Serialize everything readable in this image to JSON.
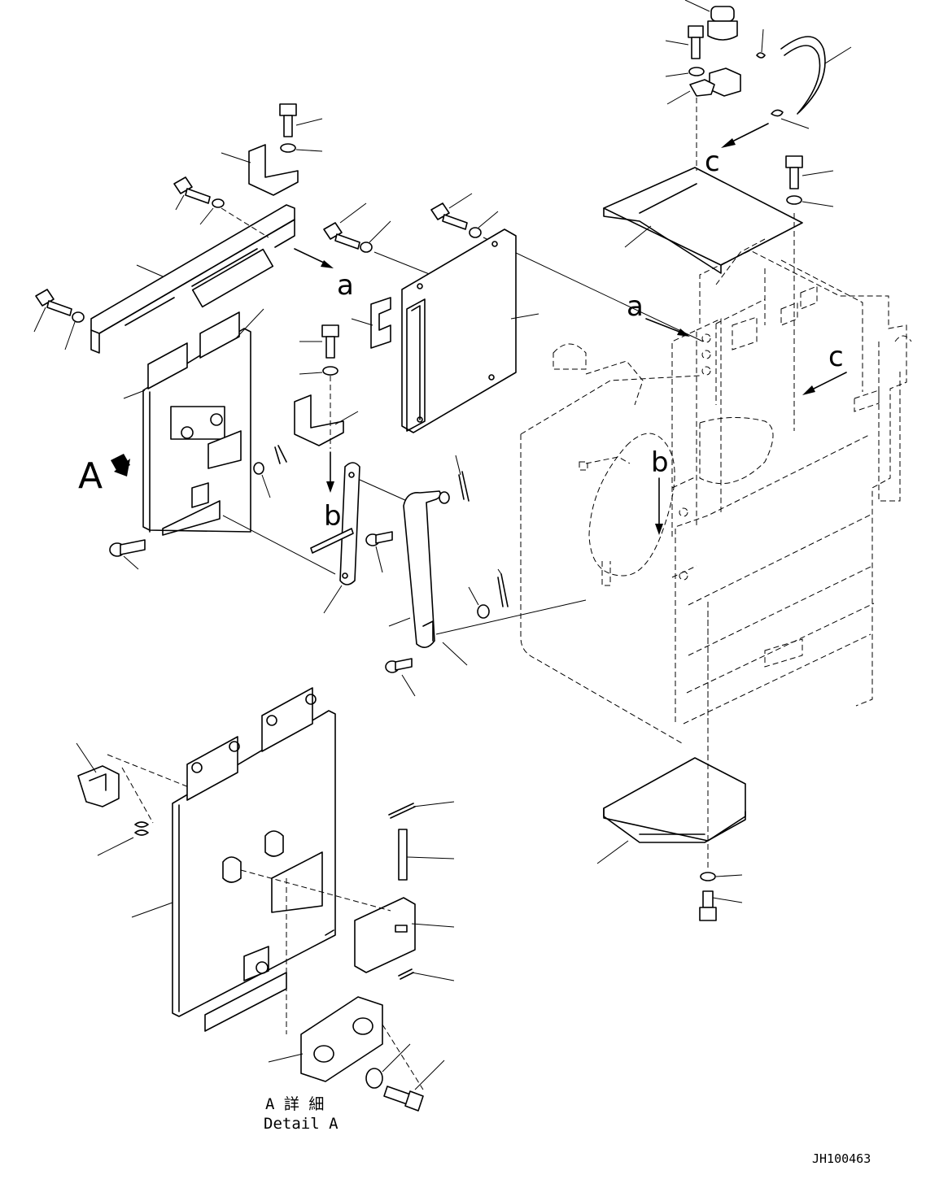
{
  "callouts": {
    "view_A": "A",
    "arrow_a_left": "a",
    "arrow_a_right": "a",
    "arrow_b_left": "b",
    "arrow_b_right": "b",
    "arrow_c_top": "c",
    "arrow_c_right": "c"
  },
  "detail_caption": {
    "japanese": "A 詳 細",
    "english": "Detail A"
  },
  "drawing_code": "JH100463"
}
